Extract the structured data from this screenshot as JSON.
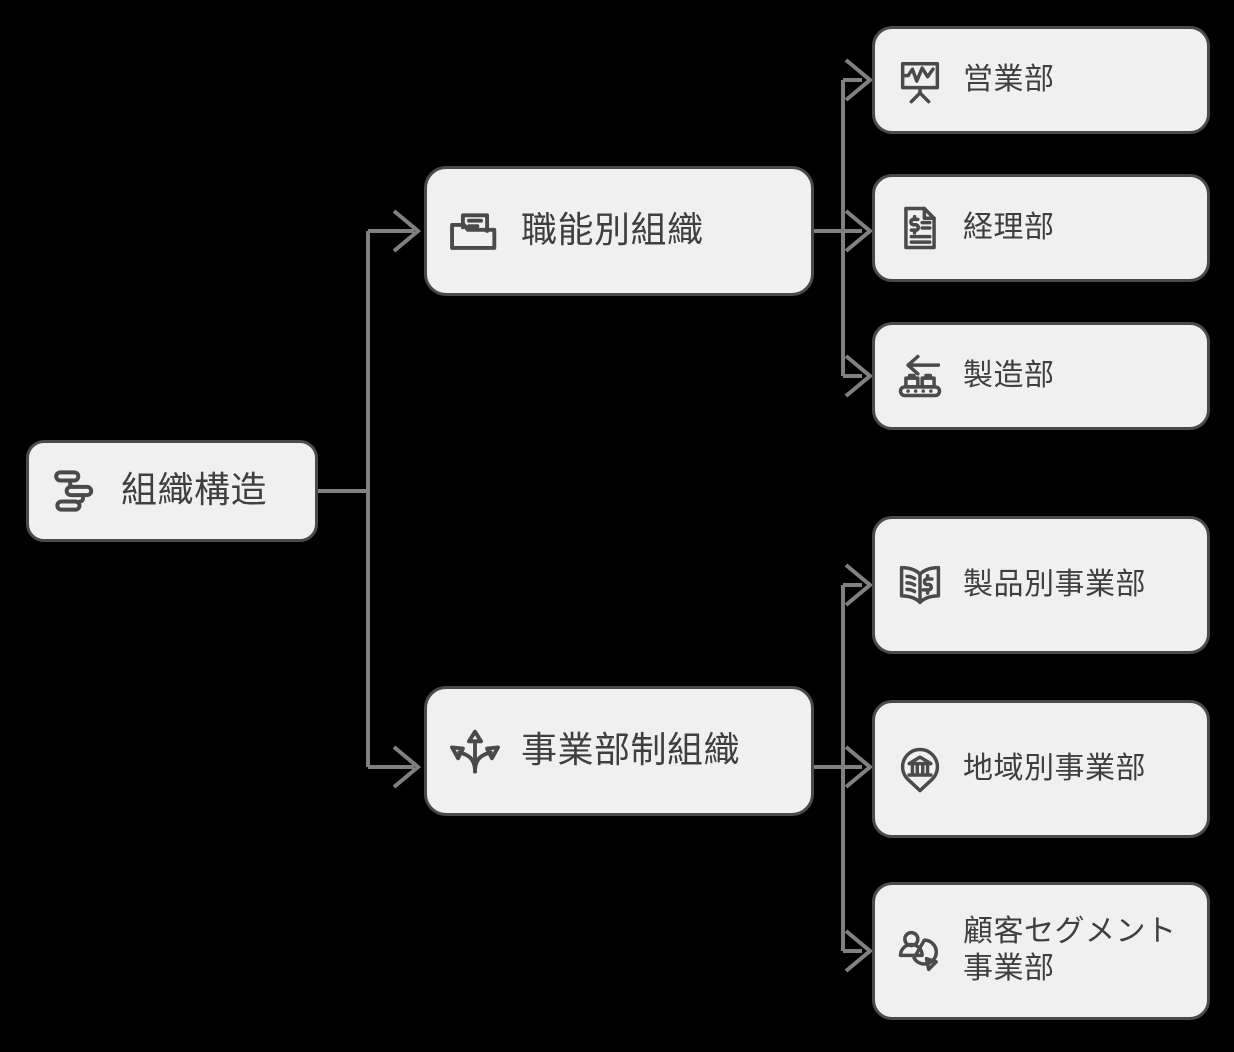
{
  "diagram": {
    "title": "組織構造",
    "type": "org-structure-tree",
    "colors": {
      "background": "#000000",
      "node_fill": "#F0F0F0",
      "node_border": "#4A4A4A",
      "text": "#3F3F3F",
      "edge": "#808080"
    },
    "root": {
      "id": "root",
      "label": "組織構造",
      "icon": "gantt-chart-icon"
    },
    "branches": [
      {
        "id": "functional",
        "label": "職能別組織",
        "icon": "folder-document-icon",
        "children": [
          {
            "id": "sales",
            "label": "営業部",
            "icon": "presentation-chart-icon"
          },
          {
            "id": "accounting",
            "label": "経理部",
            "icon": "invoice-document-icon"
          },
          {
            "id": "manufacturing",
            "label": "製造部",
            "icon": "conveyor-belt-icon"
          }
        ]
      },
      {
        "id": "divisional",
        "label": "事業部制組織",
        "icon": "branching-arrows-icon",
        "children": [
          {
            "id": "product-division",
            "label": "製品別事業部",
            "icon": "book-dollar-icon"
          },
          {
            "id": "region-division",
            "label": "地域別事業部",
            "icon": "map-pin-bank-icon"
          },
          {
            "id": "customer-division",
            "label": "顧客セグメント\n事業部",
            "icon": "people-pie-chart-icon"
          }
        ]
      }
    ]
  }
}
